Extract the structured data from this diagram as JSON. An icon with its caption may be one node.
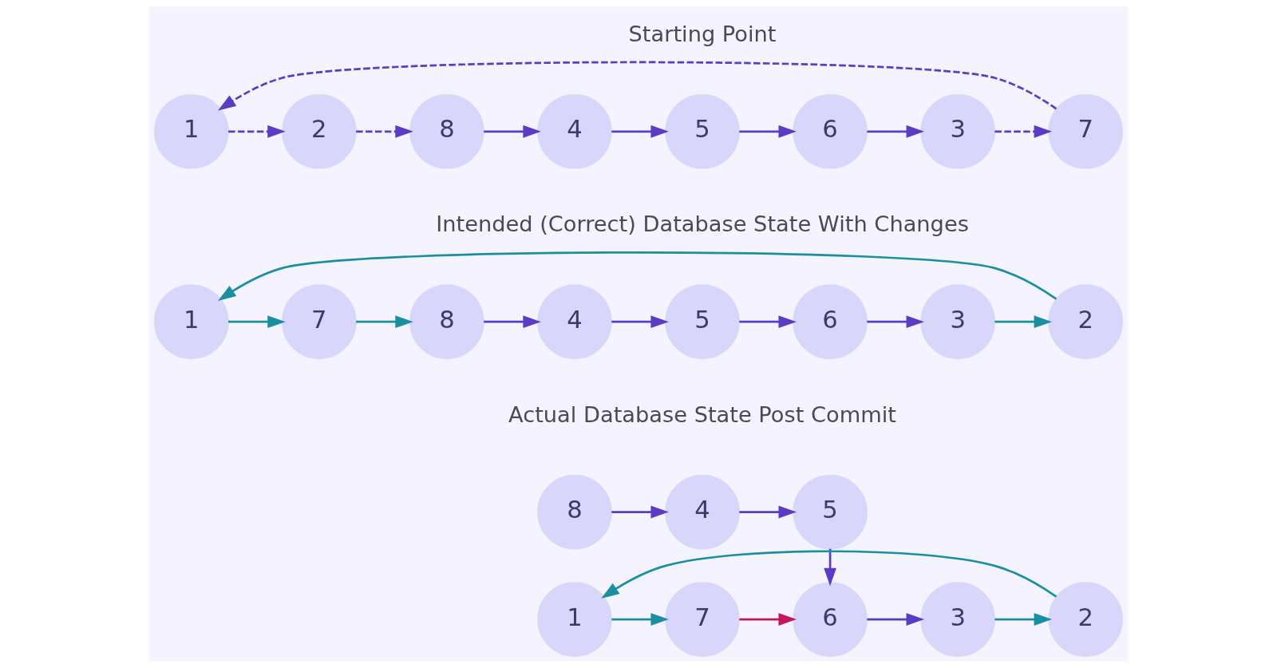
{
  "diagram": {
    "nodes": [
      {
        "text": [
          "1"
        ]
      },
      {
        "text": [
          "2"
        ]
      },
      {
        "text": [
          "8"
        ]
      },
      {
        "text": [
          "4"
        ]
      },
      {
        "text": [
          "5"
        ]
      },
      {
        "text": [
          "6"
        ]
      },
      {
        "text": [
          "3"
        ]
      },
      {
        "text": [
          "7"
        ]
      },
      {
        "text": [
          "1"
        ]
      },
      {
        "text": [
          "7"
        ]
      },
      {
        "text": [
          "8"
        ]
      },
      {
        "text": [
          "4"
        ]
      },
      {
        "text": [
          "5"
        ]
      },
      {
        "text": [
          "6"
        ]
      },
      {
        "text": [
          "3"
        ]
      },
      {
        "text": [
          "2"
        ]
      },
      {
        "text": [
          "8"
        ]
      },
      {
        "text": [
          "4"
        ]
      },
      {
        "text": [
          "5"
        ]
      },
      {
        "text": [
          "1"
        ]
      },
      {
        "text": [
          "7"
        ]
      },
      {
        "text": [
          "6"
        ]
      },
      {
        "text": [
          "3"
        ]
      },
      {
        "text": [
          "2"
        ]
      }
    ],
    "edges": [
      {
        "from": 0,
        "to": 1,
        "arrow": "to",
        "style": "dashed"
      },
      {
        "from": 1,
        "to": 2,
        "arrow": "to",
        "style": "dashed"
      },
      {
        "from": 2,
        "to": 3,
        "arrow": "to"
      },
      {
        "from": 3,
        "to": 4,
        "arrow": "to"
      },
      {
        "from": 4,
        "to": 5,
        "arrow": "to"
      },
      {
        "from": 5,
        "to": 6,
        "arrow": "to"
      },
      {
        "from": 6,
        "to": 7,
        "arrow": "to",
        "style": "dashed"
      },
      {
        "from": 7,
        "to": 0,
        "arrow": "to",
        "style": "dashed"
      },
      {
        "from": 8,
        "to": 9,
        "arrow": "to",
        "color": "#1a8fa0"
      },
      {
        "from": 9,
        "to": 10,
        "arrow": "to",
        "color": "#1a8fa0"
      },
      {
        "from": 10,
        "to": 11,
        "arrow": "to"
      },
      {
        "from": 11,
        "to": 12,
        "arrow": "to"
      },
      {
        "from": 12,
        "to": 13,
        "arrow": "to"
      },
      {
        "from": 13,
        "to": 14,
        "arrow": "to"
      },
      {
        "from": 14,
        "to": 15,
        "arrow": "to",
        "color": "#1a8fa0"
      },
      {
        "from": 15,
        "to": 8,
        "arrow": "to",
        "color": "#1a8fa0"
      },
      {
        "from": 16,
        "to": 17,
        "arrow": "to"
      },
      {
        "from": 17,
        "to": 18,
        "arrow": "to"
      },
      {
        "from": 18,
        "to": 21,
        "arrow": "to"
      },
      {
        "from": 19,
        "to": 20,
        "arrow": "to",
        "color": "#1a8fa0"
      },
      {
        "from": 20,
        "to": 21,
        "arrow": "to",
        "color": "#c2185b"
      },
      {
        "from": 21,
        "to": 22,
        "arrow": "to"
      },
      {
        "from": 22,
        "to": 23,
        "arrow": "to",
        "color": "#1a8fa0"
      },
      {
        "from": 23,
        "to": 19,
        "arrow": "to",
        "color": "#1a8fa0"
      }
    ],
    "labels": [
      "Starting Point",
      "Intended (Correct) Database State With Changes",
      "Actual Database State Post Commit"
    ]
  }
}
